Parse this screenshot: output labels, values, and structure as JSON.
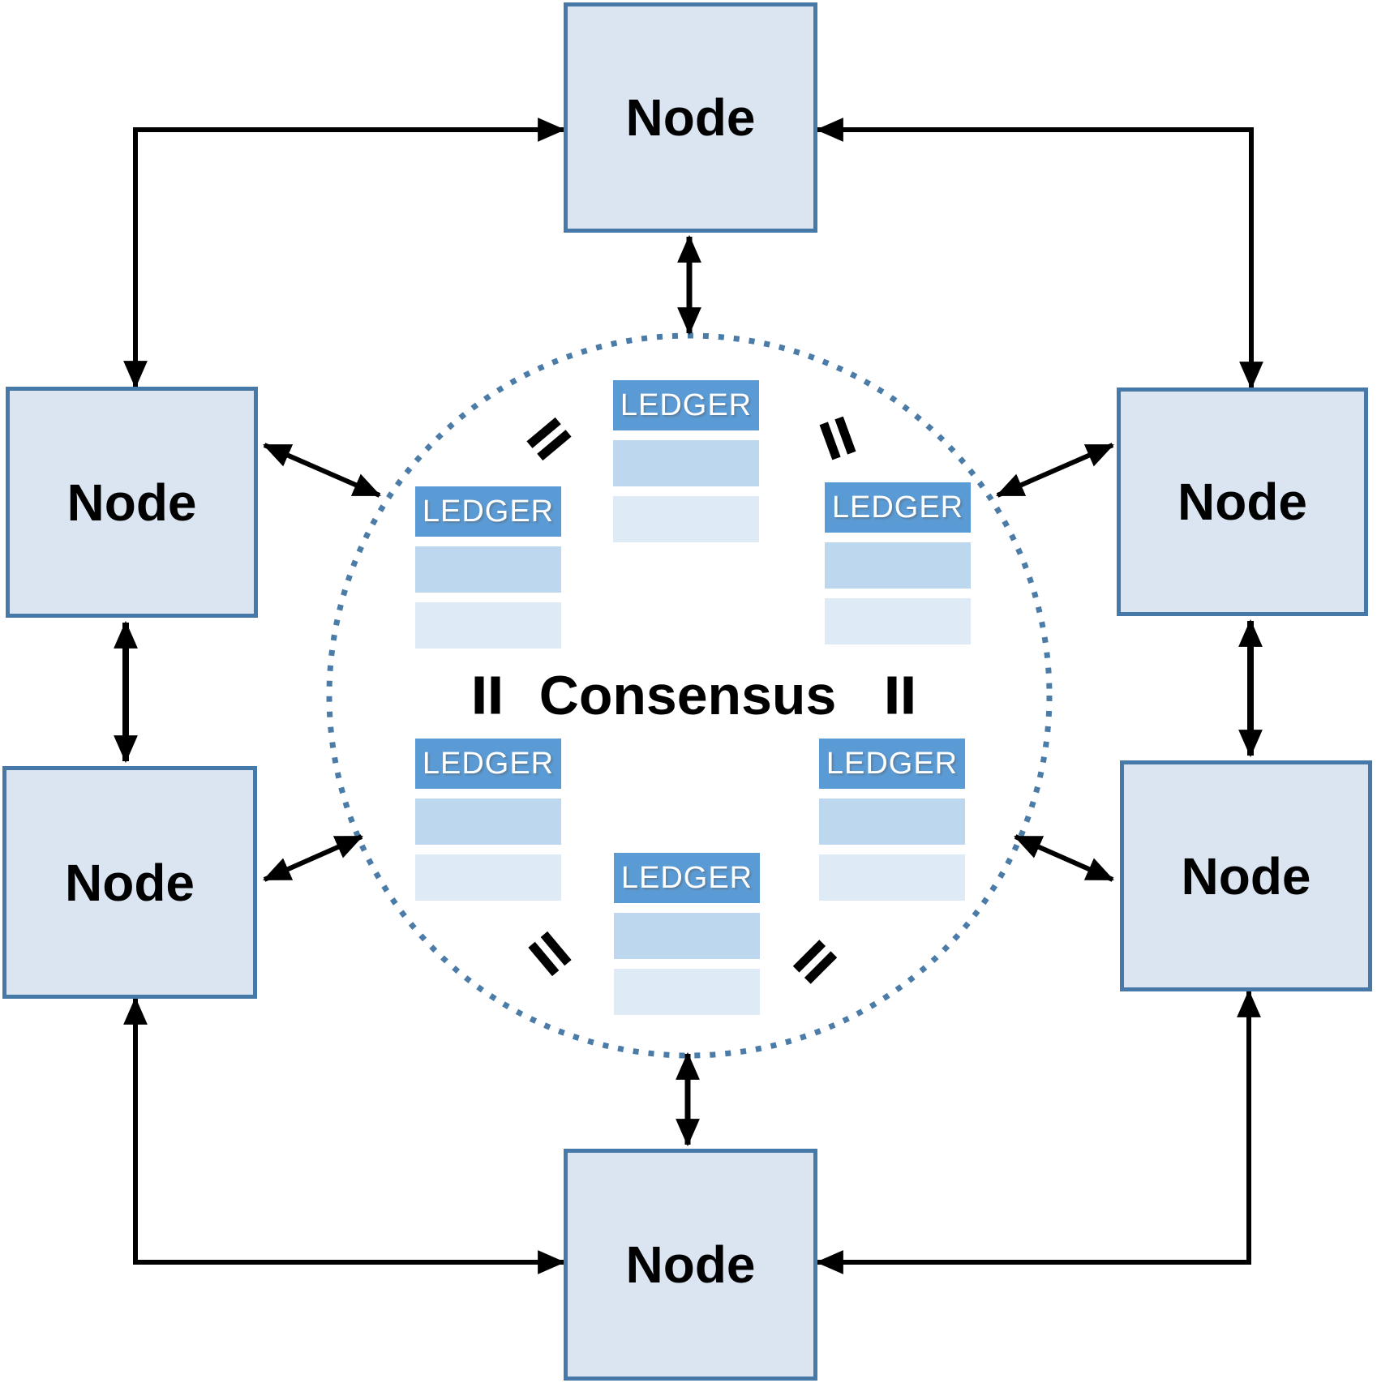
{
  "diagram": {
    "center_label": "Consensus",
    "node_count": 6,
    "ledger_count": 6
  },
  "nodes": [
    {
      "id": "top",
      "label": "Node"
    },
    {
      "id": "left-upper",
      "label": "Node"
    },
    {
      "id": "left-lower",
      "label": "Node"
    },
    {
      "id": "right-upper",
      "label": "Node"
    },
    {
      "id": "right-lower",
      "label": "Node"
    },
    {
      "id": "bottom",
      "label": "Node"
    }
  ],
  "ledgers": [
    {
      "id": "top",
      "label": "LEDGER",
      "rows": 2
    },
    {
      "id": "upper-left",
      "label": "LEDGER",
      "rows": 2
    },
    {
      "id": "upper-right",
      "label": "LEDGER",
      "rows": 2
    },
    {
      "id": "lower-left",
      "label": "LEDGER",
      "rows": 2
    },
    {
      "id": "lower-right",
      "label": "LEDGER",
      "rows": 2
    },
    {
      "id": "bottom",
      "label": "LEDGER",
      "rows": 2
    }
  ],
  "icons": {
    "equals": "double-parallel-bars",
    "arrow": "double-headed-arrow",
    "circle": "dotted-consensus-ring"
  },
  "colors": {
    "node_fill": "#dbe5f2",
    "node_border": "#4678a8",
    "ledger_header": "#5b9bd5",
    "ledger_row1": "#bdd7ee",
    "ledger_row2": "#deeaf6",
    "circle_dots": "#4b7ba7",
    "arrows": "#000000",
    "text": "#000000",
    "ledger_text": "#ffffff"
  }
}
